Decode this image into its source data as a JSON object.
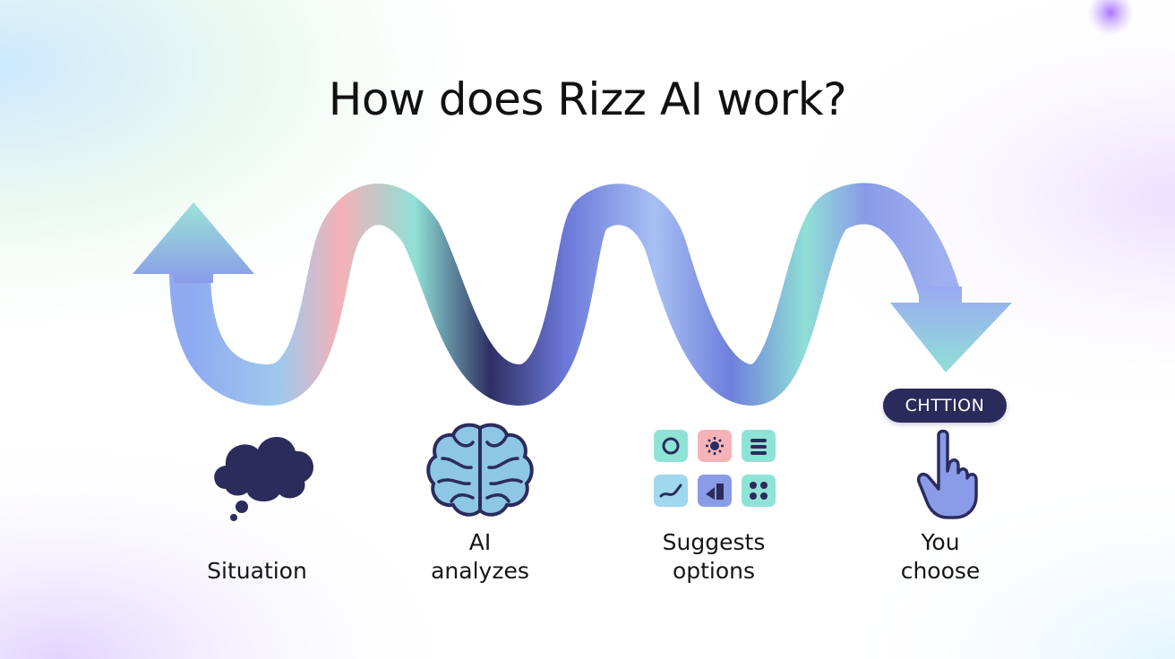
{
  "title": "How does Rizz AI work?",
  "steps": [
    {
      "lines": [
        "",
        "Situation"
      ]
    },
    {
      "lines": [
        "AI",
        "analyzes"
      ]
    },
    {
      "lines": [
        "Suggests",
        "options"
      ]
    },
    {
      "lines": [
        "You",
        "choose"
      ]
    }
  ],
  "choose_button": {
    "label": "CHTTION"
  },
  "colors": {
    "navy": "#2b2c5c",
    "periwinkle": "#8a9be8",
    "mint": "#8fe3d6",
    "pink": "#f5b3b8",
    "lavender": "#a9b7f0"
  },
  "icons": [
    "thought-cloud-icon",
    "brain-icon",
    "options-grid-icon",
    "pointing-hand-icon"
  ]
}
